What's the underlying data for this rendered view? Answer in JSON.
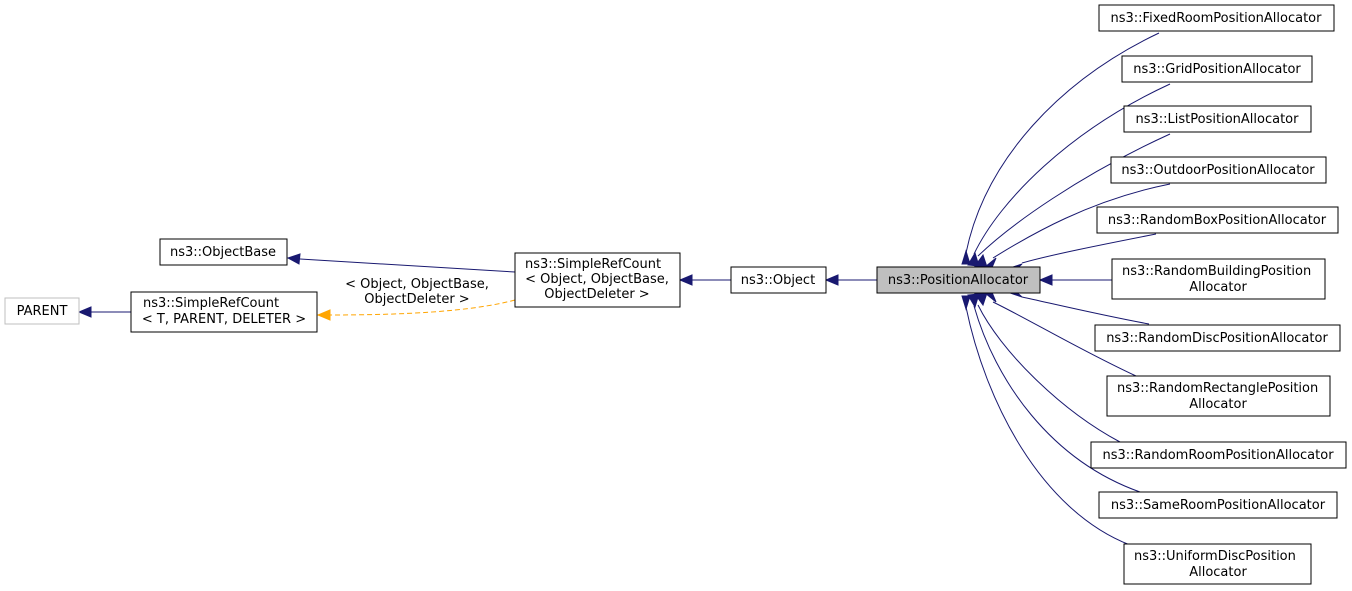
{
  "nodes": {
    "parent": "PARENT",
    "simple_ref_count_template": [
      "ns3::SimpleRefCount",
      "< T, PARENT, DELETER >"
    ],
    "object_base": "ns3::ObjectBase",
    "simple_ref_count": [
      "ns3::SimpleRefCount",
      "< Object, ObjectBase,",
      "ObjectDeleter >"
    ],
    "object": "ns3::Object",
    "position_allocator": "ns3::PositionAllocator",
    "subclasses": [
      [
        "ns3::FixedRoomPositionAllocator"
      ],
      [
        "ns3::GridPositionAllocator"
      ],
      [
        "ns3::ListPositionAllocator"
      ],
      [
        "ns3::OutdoorPositionAllocator"
      ],
      [
        "ns3::RandomBoxPositionAllocator"
      ],
      [
        "ns3::RandomBuildingPosition",
        "Allocator"
      ],
      [
        "ns3::RandomDiscPositionAllocator"
      ],
      [
        "ns3::RandomRectanglePosition",
        "Allocator"
      ],
      [
        "ns3::RandomRoomPositionAllocator"
      ],
      [
        "ns3::SameRoomPositionAllocator"
      ],
      [
        "ns3::UniformDiscPosition",
        "Allocator"
      ]
    ]
  },
  "edge_labels": {
    "template_args": [
      "< Object, ObjectBase,",
      "ObjectDeleter >"
    ]
  },
  "colors": {
    "inheritance_edge": "#191970",
    "template_edge": "#ffa500",
    "highlight_node": "#bfbfbf"
  }
}
